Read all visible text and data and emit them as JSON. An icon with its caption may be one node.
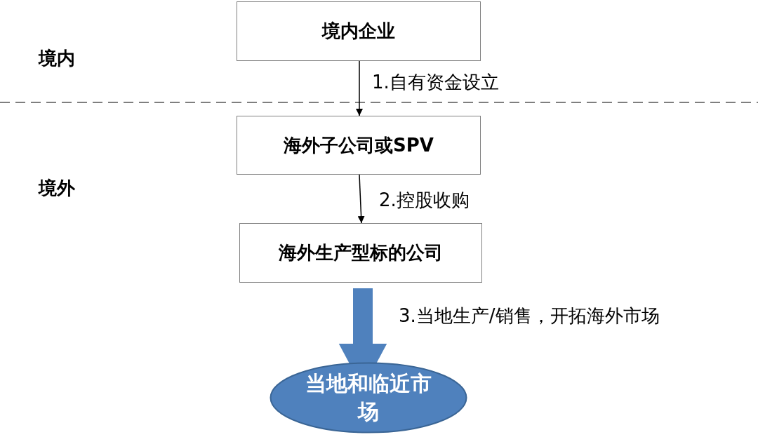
{
  "diagram": {
    "nodes": [
      {
        "text": [
          "境内企业"
        ]
      },
      {
        "text": [
          "海外子公司或SPV"
        ]
      },
      {
        "text": [
          "海外生产型标的公司"
        ]
      },
      {
        "text": [
          "当地和临近市场"
        ]
      }
    ],
    "edges": [
      {
        "from": 0,
        "to": 1,
        "arrow": "to",
        "label": "1.自有资金设立"
      },
      {
        "from": 1,
        "to": 2,
        "arrow": "to",
        "label": "2.控股收购"
      },
      {
        "from": 2,
        "to": 3,
        "arrow": "to",
        "label": "3.当地生产/销售，开拓海外市场",
        "style": "thick",
        "color": "#4f81bd"
      }
    ],
    "labels": [
      "境内",
      "境外"
    ]
  }
}
